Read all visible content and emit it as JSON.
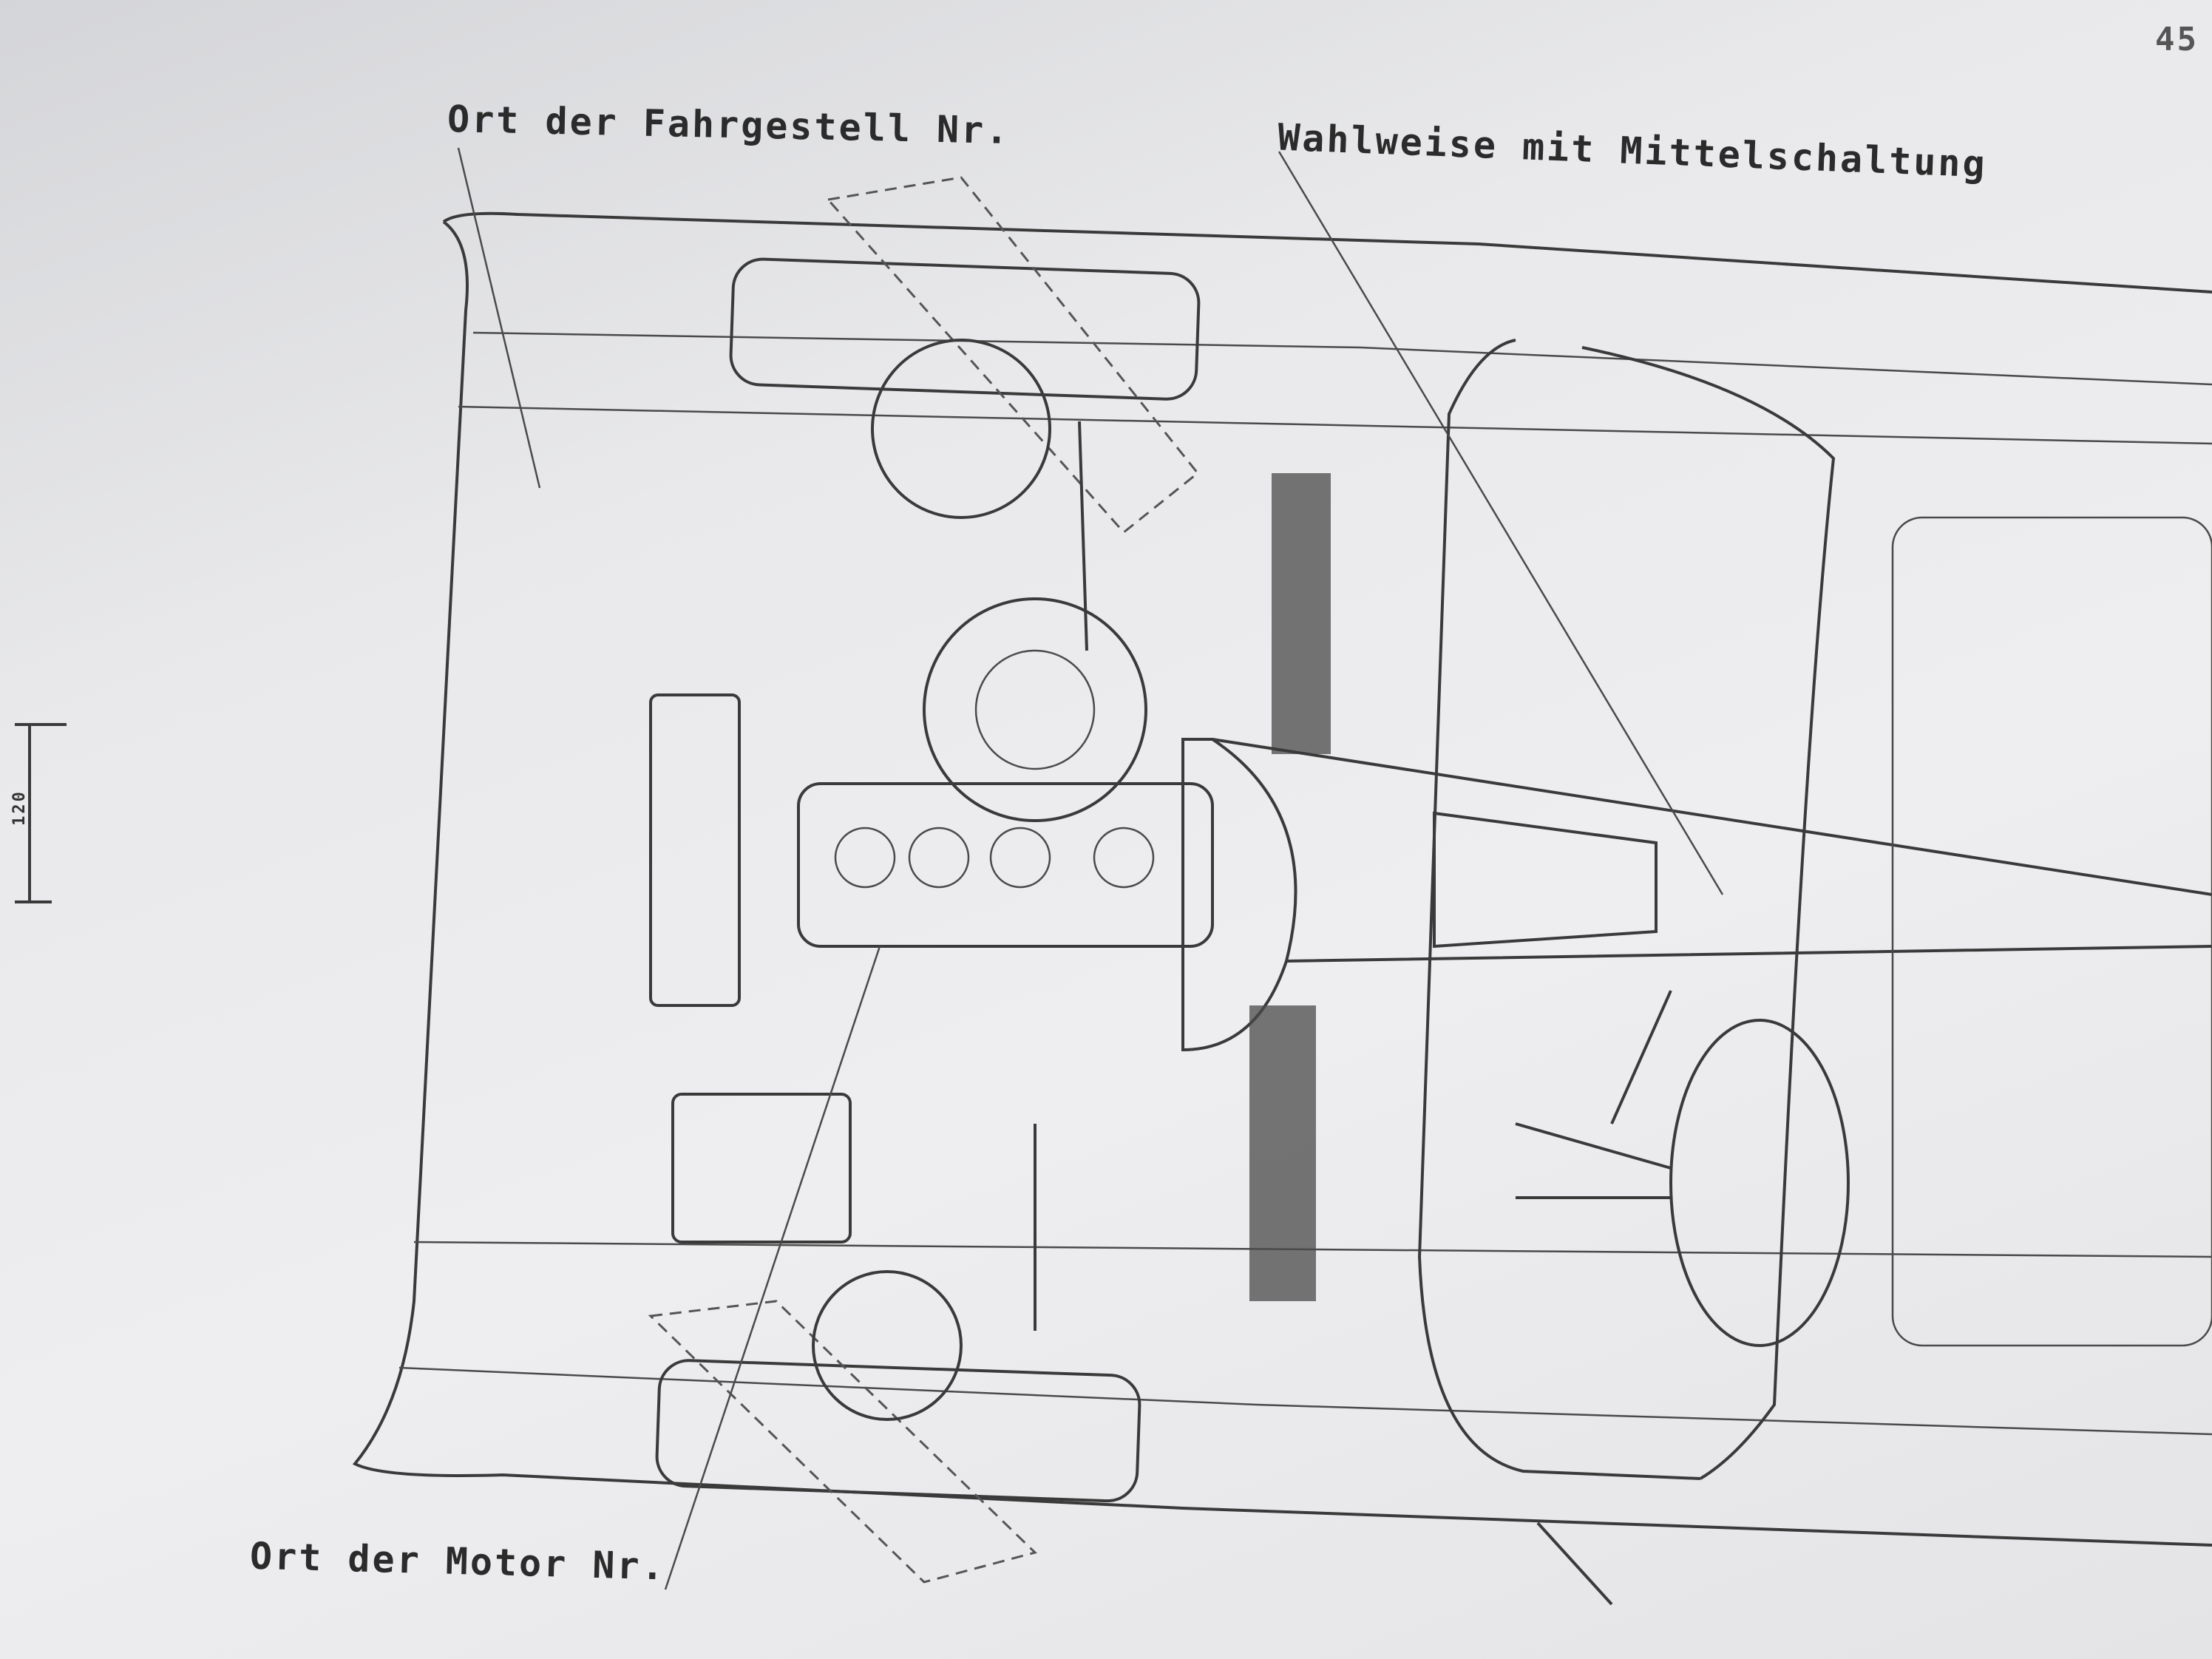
{
  "labels": {
    "chassis_number_location": "Ort der Fahrgestell Nr.",
    "center_shift_option": "Wahlweise mit Mittelschaltung",
    "engine_number_location": "Ort der Motor Nr.",
    "page_number": "45",
    "dimension": "120"
  }
}
